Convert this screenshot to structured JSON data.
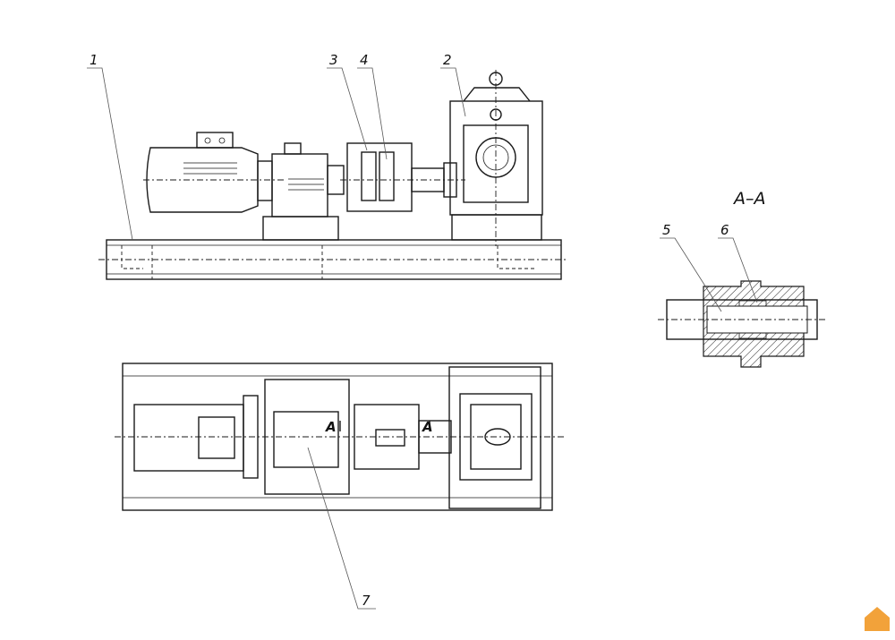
{
  "labels": {
    "l1": "1",
    "l2": "2",
    "l3": "3",
    "l4": "4",
    "l5": "5",
    "l6": "6",
    "l7": "7",
    "section_title": "A–A",
    "cut_left": "A",
    "cut_right": "A"
  },
  "views": [
    "front-view",
    "top-view",
    "section-a-a"
  ],
  "colors": {
    "line": "#1a1a1a",
    "paper": "#ffffff",
    "watermark": "#f2a23a"
  },
  "watermark_icon": "house-logo-icon"
}
